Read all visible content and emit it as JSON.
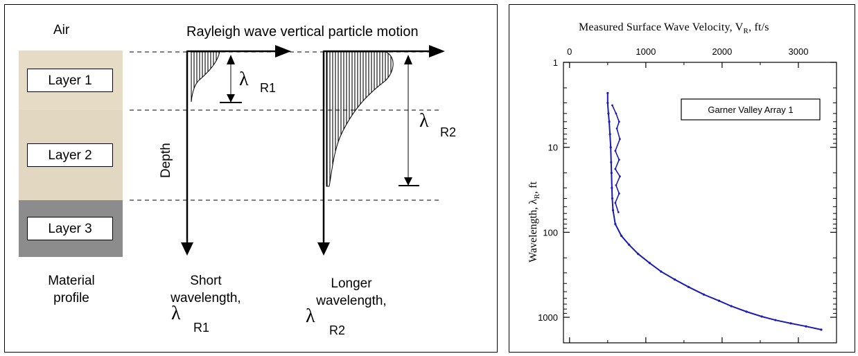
{
  "left": {
    "air_label": "Air",
    "header": "Rayleigh wave vertical particle motion",
    "layers": [
      {
        "label": "Layer 1",
        "color": "#e6dcc6"
      },
      {
        "label": "Layer 2",
        "color": "#e2d7c0"
      },
      {
        "label": "Layer 3",
        "color": "#8c8c8c"
      }
    ],
    "material_line1": "Material",
    "material_line2": "profile",
    "depth_label": "Depth",
    "lambda_symbol": "λ",
    "r1_sub": "R1",
    "r2_sub": "R2",
    "short_line1": "Short",
    "short_line2": "wavelength,",
    "longer_line1": "Longer",
    "longer_line2": "wavelength,"
  },
  "right": {
    "top_axis_title": "Measured Surface Wave Velocity, V",
    "top_axis_sub": "R",
    "top_axis_unit": ", ft/s",
    "x_ticks": [
      "0",
      "1000",
      "2000",
      "3000"
    ],
    "y_axis_label_pre": "Wavelength, λ",
    "y_axis_sub": "R",
    "y_axis_unit": ", ft",
    "y_ticks": [
      "1",
      "10",
      "100",
      "1000"
    ],
    "legend": "Garner Valley Array 1",
    "series_color": "#1a1ab4"
  },
  "chart_data": {
    "type": "scatter",
    "title": "Measured Surface Wave Velocity, VR, ft/s",
    "xlabel": "Measured Surface Wave Velocity, VR, ft/s",
    "ylabel": "Wavelength, λR, ft",
    "xlim": [
      -80,
      3500
    ],
    "ylim": [
      1,
      2000
    ],
    "y_scale": "log",
    "y_inverted": true,
    "x_axis_position": "top",
    "legend": "top-right",
    "series": [
      {
        "name": "Garner Valley Array 1",
        "points": [
          [
            500,
            2.3
          ],
          [
            500,
            3
          ],
          [
            510,
            4
          ],
          [
            520,
            5
          ],
          [
            530,
            7
          ],
          [
            540,
            10
          ],
          [
            545,
            15
          ],
          [
            550,
            20
          ],
          [
            555,
            30
          ],
          [
            560,
            40
          ],
          [
            570,
            55
          ],
          [
            600,
            80
          ],
          [
            680,
            110
          ],
          [
            780,
            140
          ],
          [
            900,
            180
          ],
          [
            1050,
            230
          ],
          [
            1200,
            290
          ],
          [
            1380,
            360
          ],
          [
            1560,
            440
          ],
          [
            1760,
            540
          ],
          [
            1960,
            640
          ],
          [
            2120,
            740
          ],
          [
            2320,
            860
          ],
          [
            2520,
            980
          ],
          [
            2700,
            1080
          ],
          [
            2900,
            1180
          ],
          [
            3100,
            1280
          ],
          [
            3300,
            1400
          ]
        ],
        "branch_points": [
          [
            560,
            3.2
          ],
          [
            610,
            4
          ],
          [
            650,
            5
          ],
          [
            620,
            6
          ],
          [
            660,
            8
          ],
          [
            600,
            11
          ],
          [
            650,
            14
          ],
          [
            600,
            18
          ],
          [
            660,
            22
          ],
          [
            610,
            28
          ],
          [
            650,
            35
          ],
          [
            600,
            45
          ],
          [
            640,
            58
          ]
        ]
      }
    ]
  }
}
